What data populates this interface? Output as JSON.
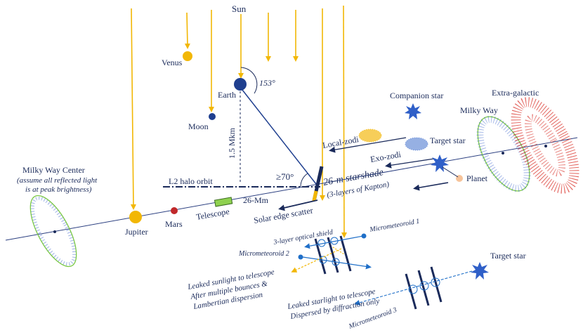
{
  "labels": {
    "sun": "Sun",
    "venus": "Venus",
    "earth": "Earth",
    "moon": "Moon",
    "angle_earth": "153°",
    "distance_earth": "1.5 Mkm",
    "l2_orbit": "L2 halo orbit",
    "angle_shade": "≥70°",
    "starshade": "26-m starshade",
    "kapton": "(3-layers of Kapton)",
    "distance_telescope": "26-Mm",
    "solar_edge": "Solar edge scatter",
    "telescope": "Telescope",
    "mars": "Mars",
    "jupiter": "Jupiter",
    "milky_way_center": "Milky Way Center",
    "mwc_note_1": "(assume all reflected light",
    "mwc_note_2": "is at peak brightness)",
    "local_zodi": "Local-zodi",
    "exo_zodi": "Exo-zodi",
    "companion_star": "Companion star",
    "target_star": "Target star",
    "planet": "Planet",
    "milky_way": "Milky Way",
    "extra_galactic": "Extra-galactic",
    "optical_shield": "3-layer optical shield",
    "micrometeoroid_1": "Micrometeoroid 1",
    "micrometeoroid_2": "Micrometeoroid 2",
    "micrometeoroid_3": "Micrometeoroid 3",
    "leaked_sun_1": "Leaked sunlight to telescope",
    "leaked_sun_2": "After multiple bounces &",
    "leaked_sun_3": "Lambertian dispersion",
    "leaked_star_1": "Leaked starlight to telescope",
    "leaked_star_2": "Dispersed by diffraction only",
    "target_star_2": "Target star"
  },
  "colors": {
    "sunlight": "#f2b705",
    "navy": "#1f3f8f",
    "dark_line": "#1a2a5a",
    "star_blue": "#2f5fc8",
    "green_ring": "#7ac943",
    "red_dots": "#d9332b",
    "mars_red": "#c0282a",
    "planet_peach": "#f6c39a",
    "telescope_green": "#8fd14f"
  },
  "icons": [
    "sun-ray-arrow",
    "venus-planet",
    "earth-planet",
    "moon-body",
    "jupiter-planet",
    "mars-planet",
    "telescope-icon",
    "companion-star-icon",
    "target-star-icon",
    "planet-icon"
  ]
}
